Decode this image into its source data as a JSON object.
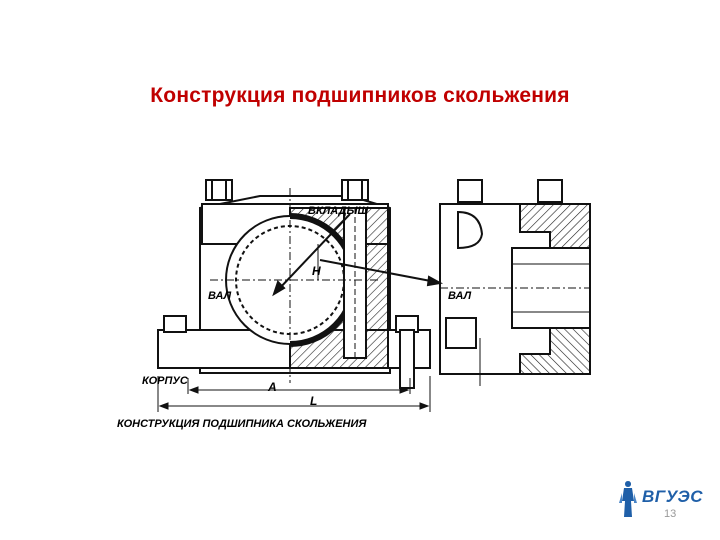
{
  "slide": {
    "title": "Конструкция подшипников  скольжения",
    "caption": "КОНСТРУКЦИЯ ПОДШИПНИКА СКОЛЬЖЕНИЯ",
    "page_number": "13"
  },
  "diagram": {
    "labels": {
      "insert": "ВКЛАДЫШ",
      "shaft_left": "ВАЛ",
      "shaft_right": "ВАЛ",
      "housing": "КОРПУС"
    },
    "dimensions": {
      "height": "H",
      "a": "A",
      "l": "L"
    }
  },
  "logo": {
    "text": "ВГУЭС",
    "color": "#1f5fa8"
  },
  "colors": {
    "title": "#c00000"
  }
}
